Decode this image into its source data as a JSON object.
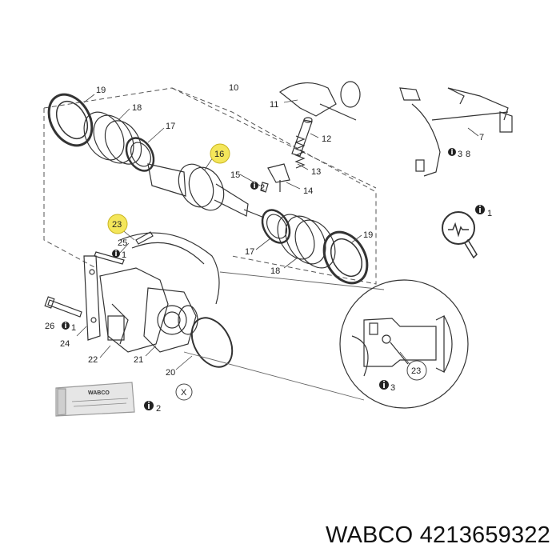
{
  "diagram": {
    "callouts": [
      {
        "id": "19a",
        "text": "19"
      },
      {
        "id": "18a",
        "text": "18"
      },
      {
        "id": "17a",
        "text": "17"
      },
      {
        "id": "16",
        "text": "16"
      },
      {
        "id": "10",
        "text": "10"
      },
      {
        "id": "11",
        "text": "11"
      },
      {
        "id": "12",
        "text": "12"
      },
      {
        "id": "13",
        "text": "13"
      },
      {
        "id": "14",
        "text": "14"
      },
      {
        "id": "15",
        "text": "15"
      },
      {
        "id": "2a",
        "text": "2"
      },
      {
        "id": "23a",
        "text": "23"
      },
      {
        "id": "25",
        "text": "25"
      },
      {
        "id": "1a",
        "text": "1"
      },
      {
        "id": "17b",
        "text": "17"
      },
      {
        "id": "18b",
        "text": "18"
      },
      {
        "id": "19b",
        "text": "19"
      },
      {
        "id": "7",
        "text": "7"
      },
      {
        "id": "8",
        "text": "8"
      },
      {
        "id": "3a",
        "text": "3"
      },
      {
        "id": "1b",
        "text": "1"
      },
      {
        "id": "26",
        "text": "26"
      },
      {
        "id": "1c",
        "text": "1"
      },
      {
        "id": "24",
        "text": "24"
      },
      {
        "id": "22",
        "text": "22"
      },
      {
        "id": "21",
        "text": "21"
      },
      {
        "id": "20",
        "text": "20"
      },
      {
        "id": "23b",
        "text": "23"
      },
      {
        "id": "3b",
        "text": "3"
      },
      {
        "id": "2b",
        "text": "2"
      },
      {
        "id": "x",
        "text": "X"
      }
    ],
    "grease_tube_label": "WABCO",
    "highlight_color": "#f2e14a"
  },
  "caption": {
    "brand": "WABCO",
    "part_number": "4213659322"
  }
}
